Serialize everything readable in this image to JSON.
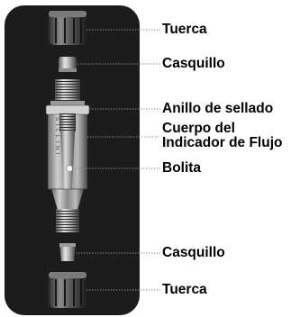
{
  "diagram": {
    "parts": [
      {
        "id": "nut-top",
        "label": "Tuerca"
      },
      {
        "id": "ferrule-top",
        "label": "Casquillo"
      },
      {
        "id": "seal-ring",
        "label": "Anillo de sellado"
      },
      {
        "id": "body",
        "label_lines": [
          "Cuerpo del",
          "Indicador de Flujo"
        ]
      },
      {
        "id": "ball",
        "label": "Bolita"
      },
      {
        "id": "ferrule-bottom",
        "label": "Casquillo"
      },
      {
        "id": "nut-bottom",
        "label": "Tuerca"
      }
    ],
    "body_marking": "S I L L I N I",
    "colors": {
      "panel": "#1c1c1c",
      "metal_light": "#d8d8d8",
      "metal_dark": "#6e6e6e",
      "leader": "#8a8a8a",
      "text": "#000000"
    }
  }
}
